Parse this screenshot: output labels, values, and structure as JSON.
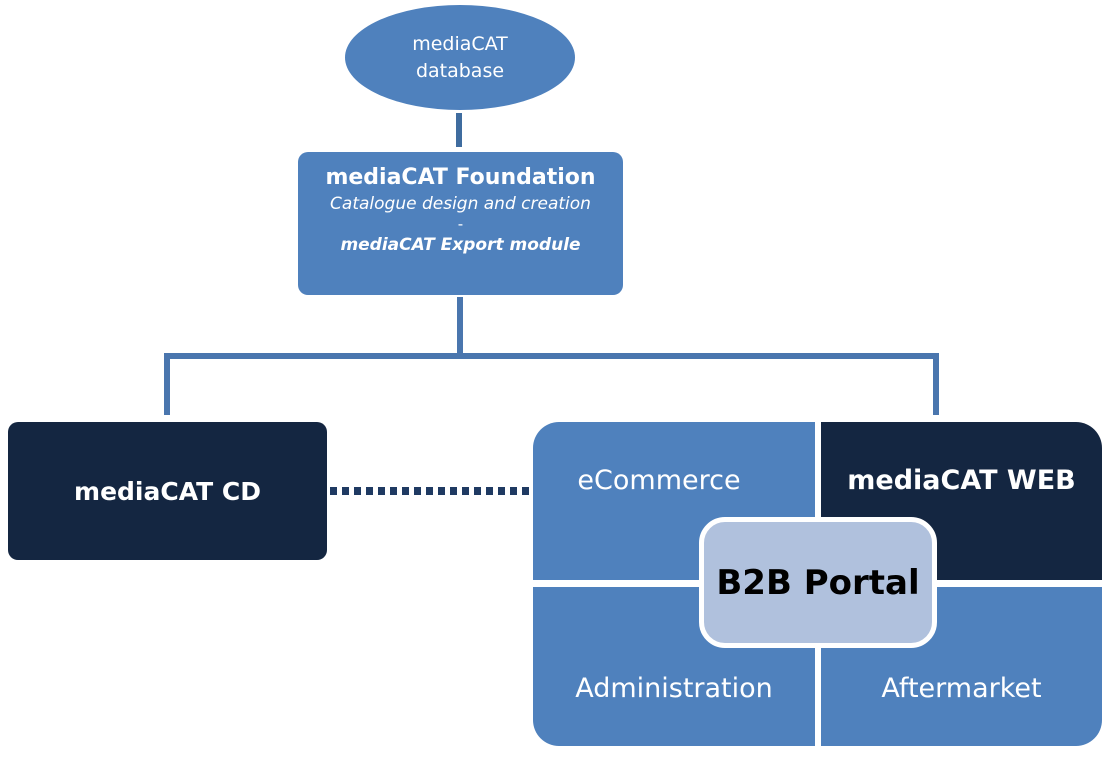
{
  "colors": {
    "primary_blue": "#4F81BD",
    "dark_navy": "#142641",
    "light_blue": "#B0C1DD",
    "connector": "#4A76AE"
  },
  "database": {
    "line1": "mediaCAT",
    "line2": "database"
  },
  "foundation": {
    "title": "mediaCAT Foundation",
    "subtitle": "Catalogue design and creation",
    "separator": "-",
    "module": "mediaCAT Export module"
  },
  "cd": {
    "label": "mediaCAT CD"
  },
  "portal": {
    "center": "B2B Portal",
    "quadrants": {
      "top_left": "eCommerce",
      "top_right": "mediaCAT WEB",
      "bottom_left": "Administration",
      "bottom_right": "Aftermarket"
    }
  }
}
